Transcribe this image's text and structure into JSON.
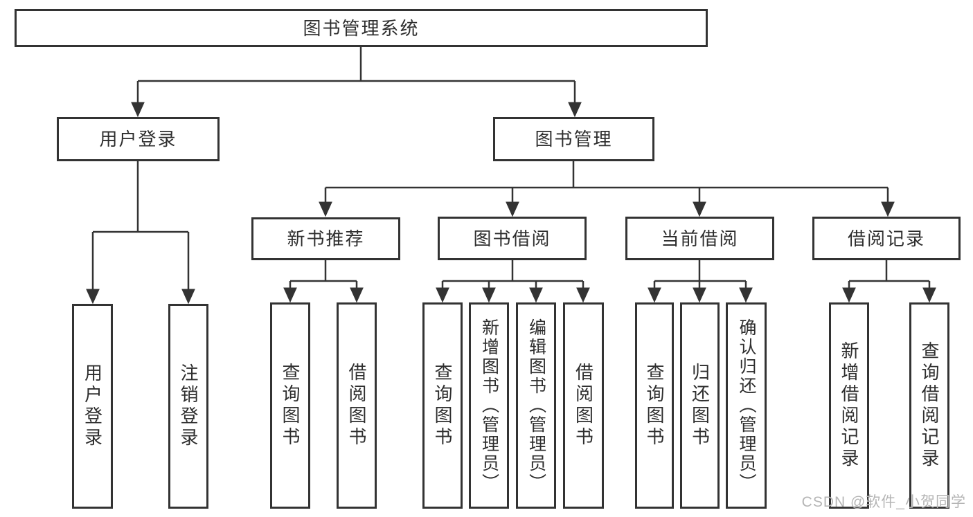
{
  "nodes": {
    "root": {
      "label": "图书管理系统"
    },
    "user_login": {
      "label": "用户登录"
    },
    "book_mgmt": {
      "label": "图书管理"
    },
    "new_books": {
      "label": "新书推荐"
    },
    "book_borrow": {
      "label": "图书借阅"
    },
    "current_borrow": {
      "label": "当前借阅"
    },
    "borrow_records": {
      "label": "借阅记录"
    },
    "login_leaf": {
      "label": "用户登录"
    },
    "logout_leaf": {
      "label": "注销登录"
    },
    "nb_query": {
      "label": "查询图书"
    },
    "nb_borrow": {
      "label": "借阅图书"
    },
    "bb_query": {
      "label": "查询图书"
    },
    "bb_add": {
      "label": "新增图书（管理员）"
    },
    "bb_edit": {
      "label": "编辑图书（管理员）"
    },
    "bb_borrow": {
      "label": "借阅图书"
    },
    "cb_query": {
      "label": "查询图书"
    },
    "cb_return": {
      "label": "归还图书"
    },
    "cb_confirm": {
      "label": "确认归还（管理员）"
    },
    "br_add": {
      "label": "新增借阅记录"
    },
    "br_query": {
      "label": "查询借阅记录"
    }
  },
  "hierarchy": {
    "图书管理系统": {
      "用户登录": [
        "用户登录",
        "注销登录"
      ],
      "图书管理": {
        "新书推荐": [
          "查询图书",
          "借阅图书"
        ],
        "图书借阅": [
          "查询图书",
          "新增图书（管理员）",
          "编辑图书（管理员）",
          "借阅图书"
        ],
        "当前借阅": [
          "查询图书",
          "归还图书",
          "确认归还（管理员）"
        ],
        "借阅记录": [
          "新增借阅记录",
          "查询借阅记录"
        ]
      }
    }
  },
  "watermark": "CSDN @软件_小贺同学",
  "colors": {
    "line": "#333333",
    "text": "#2e2e2e",
    "box_background": "#ffffff",
    "watermark": "#b5b5b5"
  }
}
